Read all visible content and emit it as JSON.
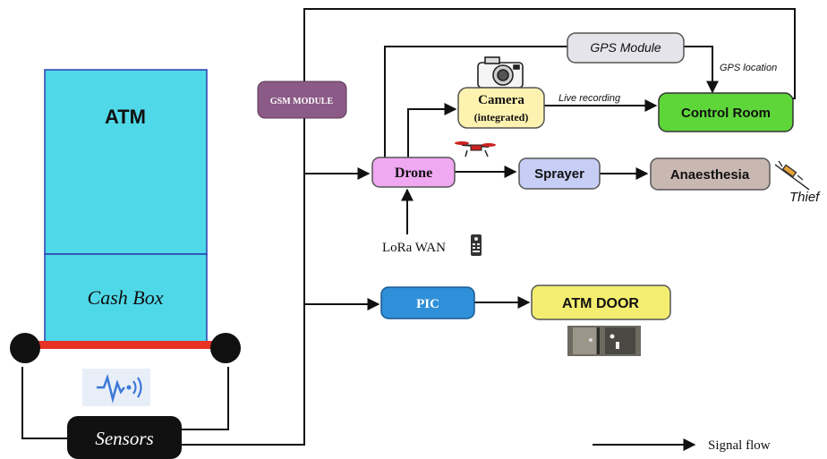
{
  "atm": {
    "title": "ATM",
    "cash_box": "Cash Box"
  },
  "sensors": {
    "label": "Sensors"
  },
  "gsm": {
    "label": "GSM MODULE"
  },
  "gps": {
    "label": "GPS Module",
    "edge_label": "GPS location"
  },
  "camera": {
    "title": "Camera",
    "subtitle": "(integrated)",
    "edge_label": "Live recording"
  },
  "control_room": {
    "label": "Control Room"
  },
  "drone": {
    "label": "Drone"
  },
  "sprayer": {
    "label": "Sprayer"
  },
  "anaesthesia": {
    "label": "Anaesthesia"
  },
  "thief": {
    "label": "Thief"
  },
  "lora": {
    "label": "LoRa WAN"
  },
  "pic": {
    "label": "PIC"
  },
  "atm_door": {
    "label": "ATM DOOR"
  },
  "legend": {
    "label": "Signal flow"
  },
  "colors": {
    "atm_fill": "#4fd8e8",
    "bar_red": "#e83224",
    "gsm_fill": "#8b5a86",
    "gps_fill": "#e4e4ea",
    "camera_fill": "#fdf2b0",
    "control_fill": "#5ed63a",
    "drone_fill": "#f0a8f2",
    "sprayer_fill": "#c6cef5",
    "anaesthesia_fill": "#c9b8b2",
    "pic_fill": "#2f8fd8",
    "door_fill": "#f4ee70"
  }
}
